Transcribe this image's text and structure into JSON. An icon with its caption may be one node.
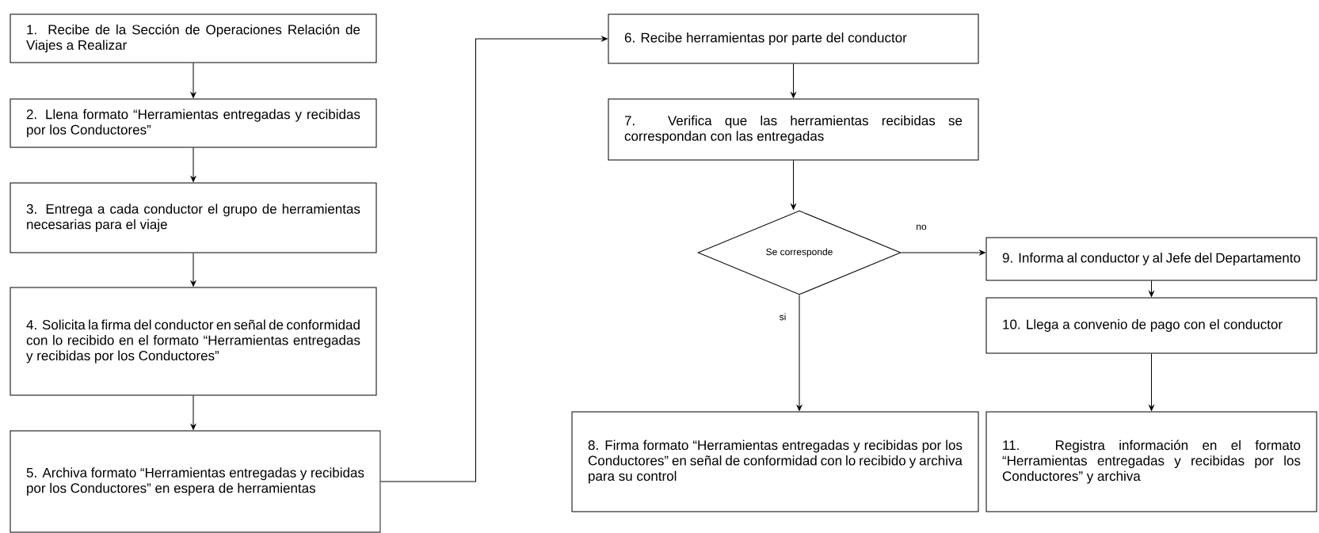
{
  "diagram": {
    "nodes": [
      {
        "text": [
          "1. Recibe de la Sección de Operaciones Relación de Viajes a Realizar"
        ]
      },
      {
        "text": [
          "2. Llena formato “Herramientas entregadas y recibidas por los Conductores”"
        ]
      },
      {
        "text": [
          "3. Entrega a cada conductor el grupo de herramientas necesarias para el viaje"
        ]
      },
      {
        "text": [
          "4. Solicita la firma del conductor en señal de conformidad con lo recibido en el formato “Herramientas entregadas y recibidas por los Conductores”"
        ]
      },
      {
        "text": [
          "5. Archiva formato “Herramientas entregadas y recibidas por los Conductores” en espera de herramientas"
        ]
      },
      {
        "text": [
          "6. Recibe herramientas por parte del conductor"
        ]
      },
      {
        "text": [
          "7. Verifica que las herramientas recibidas se correspondan con las entregadas"
        ]
      },
      {
        "text": [
          "Se corresponde"
        ]
      },
      {
        "text": [
          "8. Firma formato “Herramientas entregadas y recibidas por los Conductores” en señal de conformidad con lo recibido y archiva para su control"
        ]
      },
      {
        "text": [
          "9. Informa al conductor y al Jefe del Departamento"
        ]
      },
      {
        "text": [
          "10. Llega a convenio de pago con el conductor"
        ]
      },
      {
        "text": [
          "11. Registra información en el formato “Herramientas entregadas y recibidas por los Conductores” y archiva"
        ]
      }
    ],
    "edges": [
      {
        "from": 0,
        "to": 1,
        "arrow": "to"
      },
      {
        "from": 1,
        "to": 2,
        "arrow": "to"
      },
      {
        "from": 2,
        "to": 3,
        "arrow": "to"
      },
      {
        "from": 3,
        "to": 4,
        "arrow": "to"
      },
      {
        "from": 4,
        "to": 5,
        "arrow": "to"
      },
      {
        "from": 5,
        "to": 6,
        "arrow": "to"
      },
      {
        "from": 6,
        "to": 7,
        "arrow": "to"
      },
      {
        "from": 7,
        "to": 9,
        "arrow": "to",
        "label": "no"
      },
      {
        "from": 7,
        "to": 8,
        "arrow": "to",
        "label": "si"
      },
      {
        "from": 9,
        "to": 10,
        "arrow": "to"
      },
      {
        "from": 10,
        "to": 11,
        "arrow": "to"
      }
    ]
  }
}
